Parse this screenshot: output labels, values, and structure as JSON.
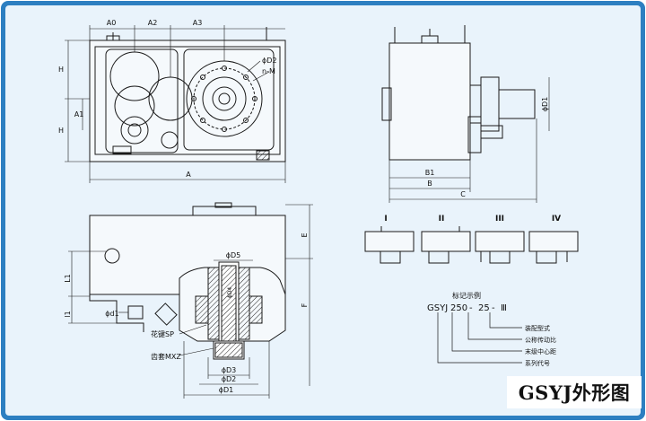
{
  "title": "GSYJ外形图",
  "top_view": {
    "dims_top": [
      "A0",
      "A2",
      "A3"
    ],
    "dims_left": [
      "H",
      "A1",
      "H"
    ],
    "dim_bottom": "A",
    "label_d2": "ϕD2",
    "label_nm": "n-M"
  },
  "side_view": {
    "label_d1": "ϕD1",
    "dim_b1": "B1",
    "dim_b": "B",
    "dim_c": "C"
  },
  "section_view": {
    "label_d5": "ϕD5",
    "label_d4": "ϕD4",
    "label_d1_small": "ϕd1",
    "label_d3": "ϕD3",
    "label_d2": "ϕD2",
    "label_d1": "ϕD1",
    "dim_l1": "L1",
    "dim_l1b": "l1",
    "dim_e": "E",
    "dim_f": "F",
    "callout_spline": "花键SP",
    "callout_gear_sleeve": "齿套MXZ"
  },
  "mount_types": [
    "I",
    "II",
    "III",
    "IV"
  ],
  "marking_example": {
    "heading": "标记示例",
    "code": [
      "GSYJ",
      "250",
      "-",
      "25",
      "-",
      "Ⅲ"
    ],
    "notes": [
      "装配型式",
      "公称传动比",
      "末级中心距",
      "系列代号"
    ]
  },
  "colors": {
    "frame": "#2d7fc1",
    "background": "#e9f3fb",
    "line": "#1a1a1a",
    "title_box": "#ffffff"
  }
}
